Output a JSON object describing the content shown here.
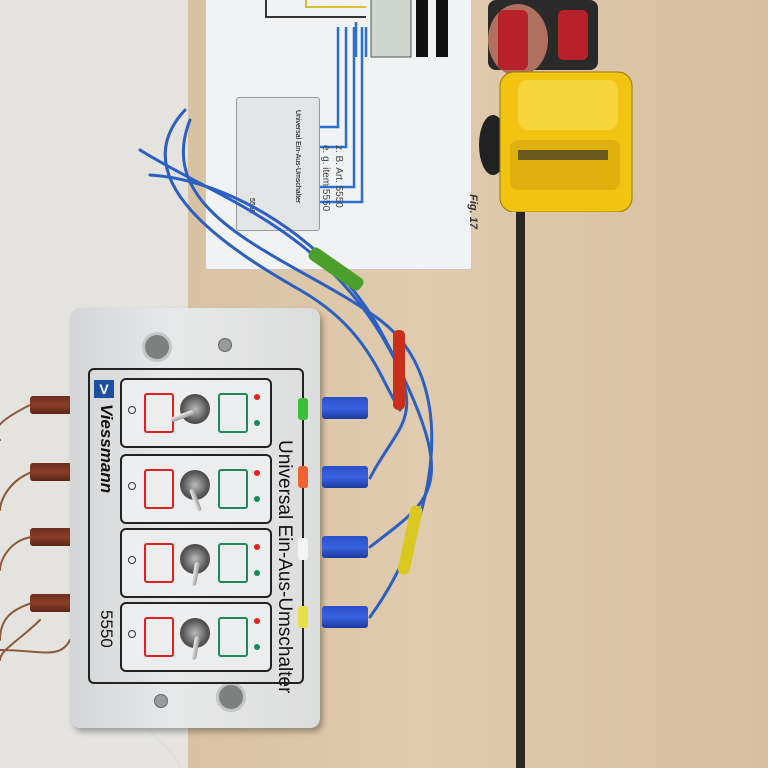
{
  "paper": {
    "note_line1": "z. B. Art. 5550",
    "note_line2": "e. g. item 5550",
    "figure_label": "Fig. 17",
    "mini_title": "Universal Ein-Aus-Umschalter",
    "mini_number": "5550"
  },
  "device": {
    "brand": "Viessmann",
    "title": "Universal Ein-Aus-Umschalter",
    "model_number": "5550",
    "logo_glyph": "V",
    "switch_count": 4
  },
  "colors": {
    "box": "#e0e1e2",
    "wire_blue": "#2b5fc0",
    "wire_brown": "#8b5a3a",
    "truck_yellow": "#f2c412",
    "desk": "#dcc5a5"
  }
}
